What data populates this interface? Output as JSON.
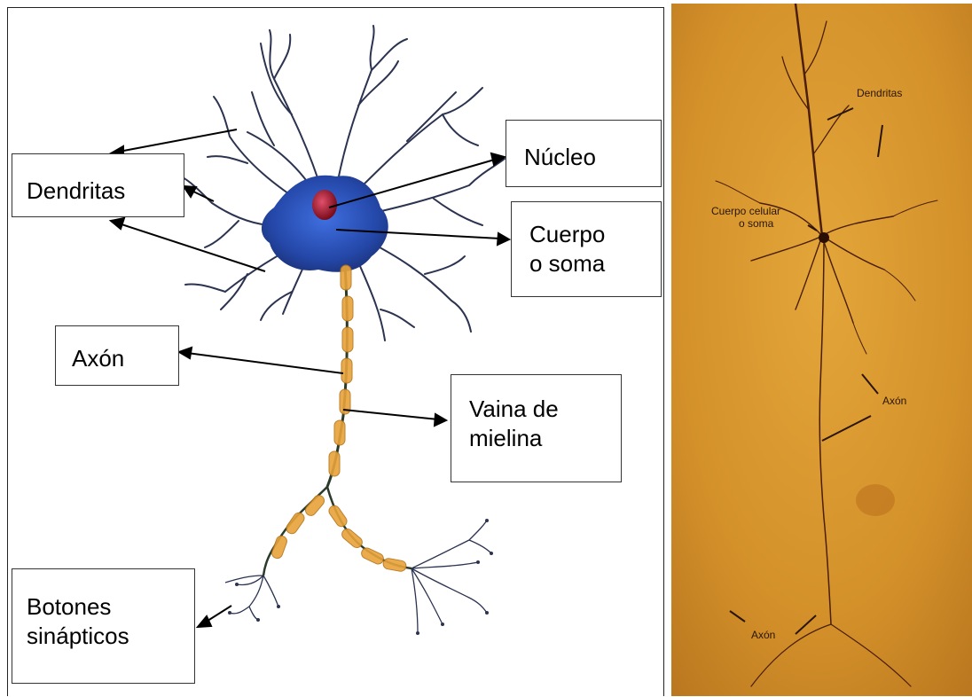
{
  "left_panel": {
    "labels": {
      "dendritas": "Dendritas",
      "nucleo": "Núcleo",
      "cuerpo_line1": "Cuerpo",
      "cuerpo_line2": "o soma",
      "axon": "Axón",
      "vaina_line1": "Vaina de",
      "vaina_line2": "mielina",
      "botones_line1": "Botones",
      "botones_line2": "sinápticos"
    },
    "colors": {
      "soma": "#2a4fb5",
      "dendrite": "#2b3350",
      "nucleus": "#a01828",
      "myelin": "#e8a33a",
      "axon": "#2b3a2a"
    }
  },
  "right_panel": {
    "labels": {
      "dendritas": "Dendritas",
      "cuerpo_line1": "Cuerpo celular",
      "cuerpo_line2": "o soma",
      "axon_upper": "Axón",
      "axon_lower": "Axón"
    },
    "colors": {
      "background": "#d99a2a",
      "neuron": "#4a1e08"
    }
  }
}
